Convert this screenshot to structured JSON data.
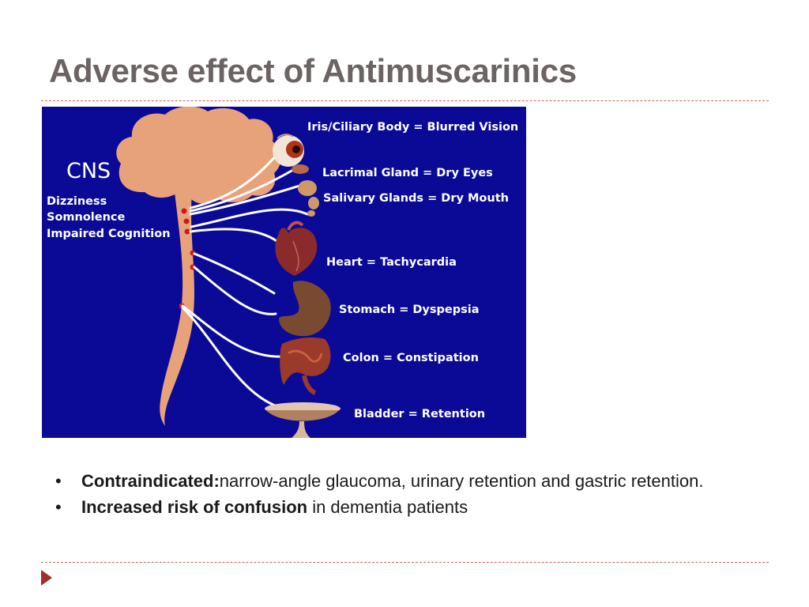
{
  "slide": {
    "title": "Adverse effect of Antimuscarinics"
  },
  "diagram": {
    "cns_label": "CNS",
    "cns_effects": [
      "Dizziness",
      "Somnolence",
      "Impaired Cognition"
    ],
    "organ_labels": {
      "eye": "Iris/Ciliary Body = Blurred Vision",
      "lacrimal": "Lacrimal Gland = Dry Eyes",
      "salivary": "Salivary Glands = Dry Mouth",
      "heart": "Heart = Tachycardia",
      "stomach": "Stomach = Dyspepsia",
      "colon": "Colon = Constipation",
      "bladder": "Bladder = Retention"
    },
    "colors": {
      "background": "#0a0a96",
      "nervous_system": "#e8a27a",
      "nerve_line": "#ffffff",
      "ganglion_dot": "#d01818"
    }
  },
  "bullets": [
    {
      "bold": "Contraindicated:",
      "text": "narrow-angle glaucoma, urinary retention and gastric retention."
    },
    {
      "bold": "Increased risk of confusion",
      "text": " in dementia patients"
    }
  ],
  "nav": {
    "icon": "triangle-right-icon"
  }
}
